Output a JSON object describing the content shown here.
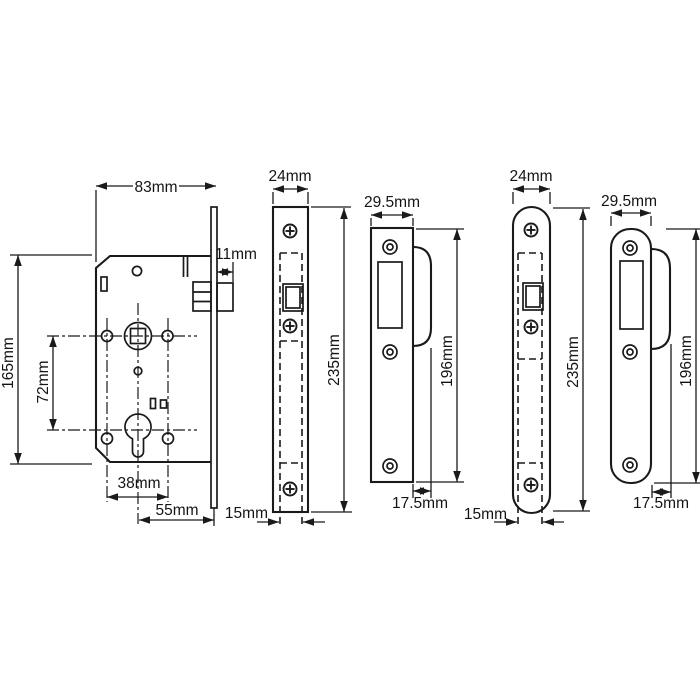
{
  "drawing": {
    "type": "technical-line-drawing",
    "subject": "euro-cylinder mortice sashlock with square and radius forends and strike plates",
    "colors": {
      "line": "#1a1a1a",
      "background": "#ffffff"
    }
  },
  "dims": {
    "lock_body": {
      "width": "83mm",
      "height": "165mm",
      "spindle_to_cylinder": "72mm",
      "bolt_projection": "11mm",
      "fixing_hole_centres": "38mm",
      "backset": "55mm"
    },
    "forend_square": {
      "width": "24mm",
      "height": "235mm",
      "case_thickness": "15mm"
    },
    "strike_square": {
      "width": "29.5mm",
      "height": "196mm",
      "lip_depth": "17.5mm"
    },
    "forend_radius": {
      "width": "24mm",
      "height": "235mm",
      "case_thickness": "15mm"
    },
    "strike_radius": {
      "width": "29.5mm",
      "height": "196mm",
      "lip_depth": "17.5mm"
    }
  }
}
